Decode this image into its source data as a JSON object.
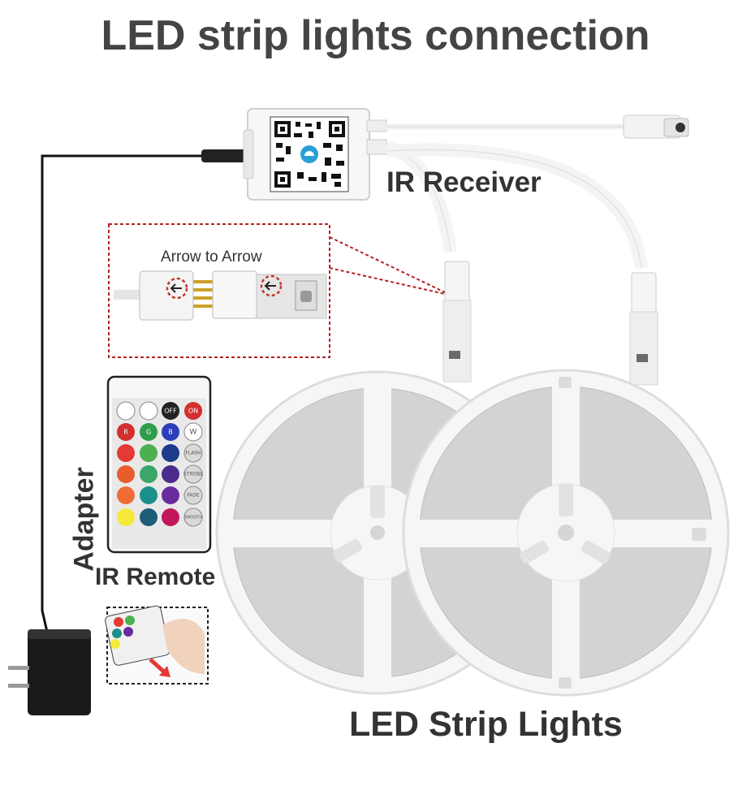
{
  "title": "LED strip lights connection",
  "labels": {
    "ir_receiver": "IR Receiver",
    "arrow_to_arrow": "Arrow to  Arrow",
    "ir_remote": "IR Remote",
    "led_strip_lights": "LED Strip Lights",
    "adapter": "Adapter"
  },
  "remote_buttons": {
    "off": "OFF",
    "on": "ON",
    "r": "R",
    "g": "G",
    "b": "B",
    "w": "W",
    "flash": "FLASH",
    "strobe": "STROBE",
    "fade": "FADE",
    "smooth": "SMOOTH"
  },
  "colors": {
    "title": "#444444",
    "dashed_box": "#b22222",
    "cable": "#111111",
    "reel": "#f2f2f2",
    "strip": "#c8c8c8"
  }
}
